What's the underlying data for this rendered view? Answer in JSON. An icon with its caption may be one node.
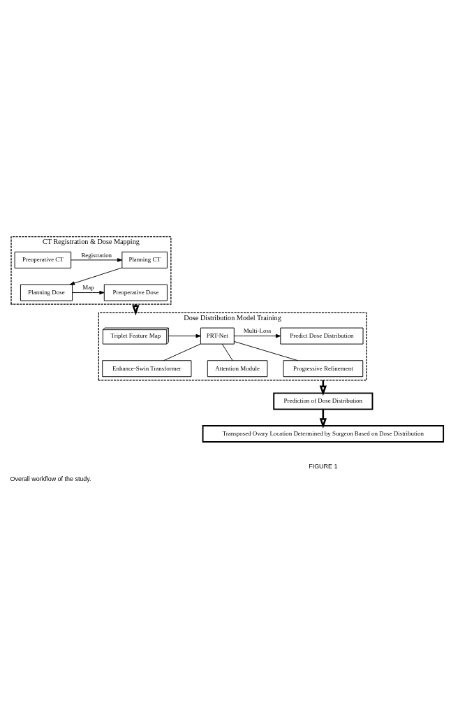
{
  "diagram": {
    "caption": "Overall workflow of the study.",
    "nodes": [
      {
        "text": [
          "CT Registration & Dose Mapping"
        ]
      },
      {
        "text": [
          "Preoperative CT"
        ],
        "in": 0
      },
      {
        "text": [
          "Planning CT"
        ],
        "in": 0
      },
      {
        "text": [
          "Planning Dose"
        ],
        "in": 0
      },
      {
        "text": [
          "Preoperative Dose"
        ],
        "in": 0
      },
      {
        "text": [
          "Dose Distribution Model Training"
        ]
      },
      {
        "text": [
          "Triplet Feature Map"
        ],
        "in": 5
      },
      {
        "text": [
          "PRT-Net"
        ],
        "in": 5
      },
      {
        "text": [
          "Predict Dose Distribution"
        ],
        "in": 5
      },
      {
        "text": [
          "Enhance-Swin Transformer"
        ],
        "in": 5
      },
      {
        "text": [
          "Attention Module"
        ],
        "in": 5
      },
      {
        "text": [
          "Progressive Refinement"
        ],
        "in": 5
      },
      {
        "text": [
          "Prediction of Dose Distribution"
        ]
      },
      {
        "text": [
          "Transposed Ovary Location Determined by Surgeon Based on Dose Distribution"
        ]
      }
    ],
    "edges": [
      {
        "from": 1,
        "to": 2,
        "arrow": "to",
        "label": "Registration"
      },
      {
        "from": 2,
        "to": 3,
        "arrow": "to"
      },
      {
        "from": 3,
        "to": 4,
        "arrow": "to",
        "label": "Map"
      },
      {
        "from": 0,
        "to": 5,
        "arrow": "to",
        "style": "thick"
      },
      {
        "from": 6,
        "to": 7,
        "arrow": "to"
      },
      {
        "from": 7,
        "to": 8,
        "arrow": "to",
        "label": "Multi-Loss"
      },
      {
        "from": 7,
        "to": 9,
        "arrow": "none"
      },
      {
        "from": 7,
        "to": 10,
        "arrow": "none"
      },
      {
        "from": 7,
        "to": 11,
        "arrow": "none"
      },
      {
        "from": 5,
        "to": 12,
        "arrow": "to",
        "style": "thick"
      },
      {
        "from": 12,
        "to": 13,
        "arrow": "to",
        "style": "thick"
      }
    ],
    "labels": [
      "FIGURE 1"
    ]
  }
}
